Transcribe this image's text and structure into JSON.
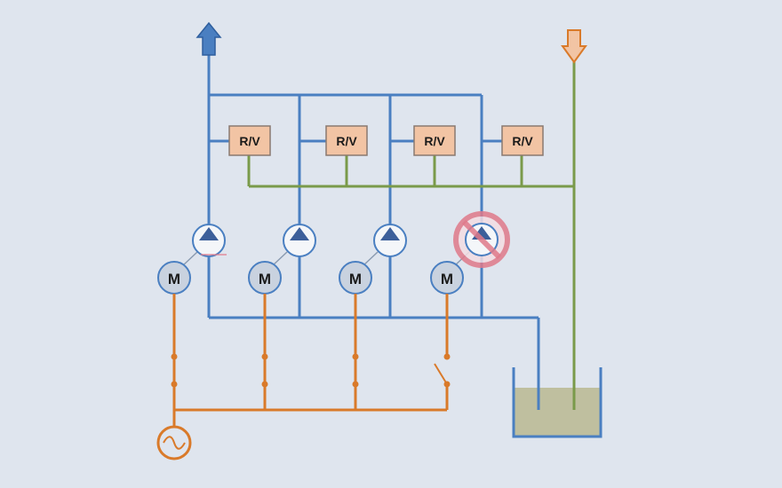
{
  "diagram": {
    "relief_valve_labels": [
      "R/V",
      "R/V",
      "R/V",
      "R/V"
    ],
    "motor_labels": [
      "M",
      "M",
      "M",
      "M"
    ],
    "colors": {
      "background": "#dfe5ee",
      "pressure_line": "#4a7fc1",
      "return_line": "#7a9a4a",
      "electrical_line": "#d97a2a",
      "valve_fill": "#f2c4a4",
      "valve_stroke": "#8a7a70",
      "motor_fill": "#c9d2df",
      "pump_fill": "#f4f6f9",
      "pump_triangle": "#3c5f9a",
      "disabled_marker": "#e07a8a",
      "tank_fluid": "#bfbf9f",
      "tank_wall": "#4a7fc1"
    },
    "icons": {
      "outlet": "arrow-up-icon",
      "inlet": "arrow-down-icon",
      "pump": "pump-icon",
      "motor": "motor-icon",
      "source": "ac-source-icon",
      "disabled": "prohibited-icon"
    }
  }
}
